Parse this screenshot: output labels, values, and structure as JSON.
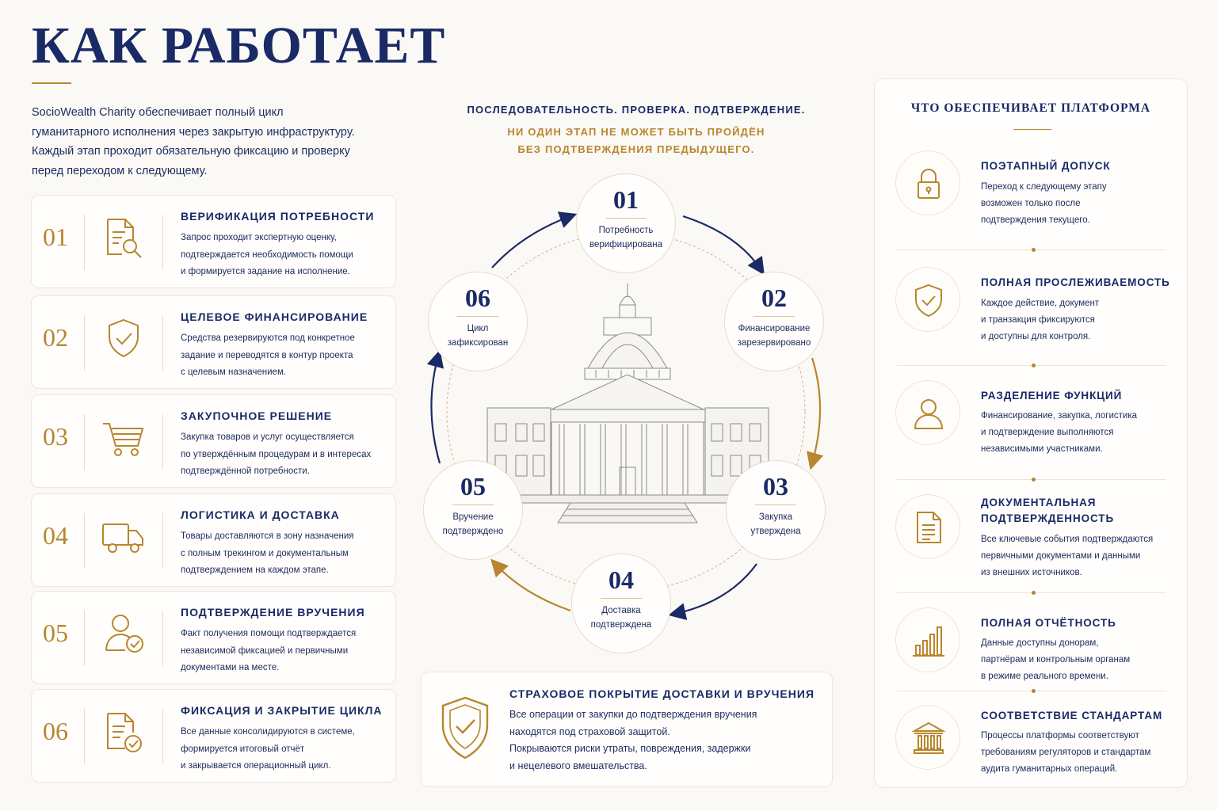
{
  "header": {
    "title": "КАК РАБОТАЕТ",
    "intro": [
      "SocioWealth Charity обеспечивает полный цикл",
      "гуманитарного исполнения через закрытую инфраструктуру.",
      "Каждый этап проходит обязательную фиксацию и проверку",
      "перед переходом к следующему."
    ]
  },
  "steps": [
    {
      "num": "01",
      "icon": "document-search-icon",
      "title": "ВЕРИФИКАЦИЯ ПОТРЕБНОСТИ",
      "text": [
        "Запрос проходит экспертную оценку,",
        "подтверждается необходимость помощи",
        "и формируется задание на исполнение."
      ]
    },
    {
      "num": "02",
      "icon": "shield-check-icon",
      "title": "ЦЕЛЕВОЕ ФИНАНСИРОВАНИЕ",
      "text": [
        "Средства резервируются под конкретное",
        "задание и переводятся в контур проекта",
        "с целевым назначением."
      ]
    },
    {
      "num": "03",
      "icon": "shopping-cart-icon",
      "title": "ЗАКУПОЧНОЕ РЕШЕНИЕ",
      "text": [
        "Закупка товаров и услуг осуществляется",
        "по утверждённым процедурам и в интересах",
        "подтверждённой потребности."
      ]
    },
    {
      "num": "04",
      "icon": "delivery-truck-icon",
      "title": "ЛОГИСТИКА И ДОСТАВКА",
      "text": [
        "Товары доставляются в зону назначения",
        "с полным трекингом и документальным",
        "подтверждением на каждом этапе."
      ]
    },
    {
      "num": "05",
      "icon": "user-check-icon",
      "title": "ПОДТВЕРЖДЕНИЕ ВРУЧЕНИЯ",
      "text": [
        "Факт получения помощи подтверждается",
        "независимой фиксацией и первичными",
        "документами на месте."
      ]
    },
    {
      "num": "06",
      "icon": "document-check-icon",
      "title": "ФИКСАЦИЯ И ЗАКРЫТИЕ ЦИКЛА",
      "text": [
        "Все данные консолидируются в системе,",
        "формируется итоговый отчёт",
        "и закрывается операционный цикл."
      ]
    }
  ],
  "center": {
    "headline": "ПОСЛЕДОВАТЕЛЬНОСТЬ. ПРОВЕРКА. ПОДТВЕРЖДЕНИЕ.",
    "subline": [
      "НИ ОДИН ЭТАП НЕ МОЖЕТ БЫТЬ ПРОЙДЁН",
      "БЕЗ ПОДТВЕРЖДЕНИЯ ПРЕДЫДУЩЕГО."
    ],
    "cycle": [
      {
        "num": "01",
        "label": [
          "Потребность",
          "верифицирована"
        ]
      },
      {
        "num": "02",
        "label": [
          "Финансирование",
          "зарезервировано"
        ]
      },
      {
        "num": "03",
        "label": [
          "Закупка",
          "утверждена"
        ]
      },
      {
        "num": "04",
        "label": [
          "Доставка",
          "подтверждена"
        ]
      },
      {
        "num": "05",
        "label": [
          "Вручение",
          "подтверждено"
        ]
      },
      {
        "num": "06",
        "label": [
          "Цикл",
          "зафиксирован"
        ]
      }
    ]
  },
  "insurance": {
    "icon": "shield-check-icon",
    "title": "СТРАХОВОЕ ПОКРЫТИЕ ДОСТАВКИ И ВРУЧЕНИЯ",
    "text": [
      "Все операции от закупки до подтверждения вручения",
      "находятся под страховой защитой.",
      "Покрываются риски утраты, повреждения, задержки",
      "и нецелевого вмешательства."
    ]
  },
  "panel": {
    "title": "ЧТО ОБЕСПЕЧИВАЕТ ПЛАТФОРМА",
    "features": [
      {
        "icon": "lock-icon",
        "title": [
          "ПОЭТАПНЫЙ ДОПУСК"
        ],
        "text": [
          "Переход к следующему этапу",
          "возможен только после",
          "подтверждения текущего."
        ]
      },
      {
        "icon": "shield-check-icon",
        "title": [
          "ПОЛНАЯ ПРОСЛЕЖИВАЕМОСТЬ"
        ],
        "text": [
          "Каждое действие, документ",
          "и транзакция фиксируются",
          "и доступны для контроля."
        ]
      },
      {
        "icon": "user-icon",
        "title": [
          "РАЗДЕЛЕНИЕ ФУНКЦИЙ"
        ],
        "text": [
          "Финансирование, закупка, логистика",
          "и подтверждение выполняются",
          "независимыми участниками."
        ]
      },
      {
        "icon": "document-icon",
        "title": [
          "ДОКУМЕНТАЛЬНАЯ",
          "ПОДТВЕРЖДЕННОСТЬ"
        ],
        "text": [
          "Все ключевые события подтверждаются",
          "первичными документами и данными",
          "из внешних источников."
        ]
      },
      {
        "icon": "bar-chart-icon",
        "title": [
          "ПОЛНАЯ ОТЧЁТНОСТЬ"
        ],
        "text": [
          "Данные доступны донорам,",
          "партнёрам и контрольным органам",
          "в режиме реального времени."
        ]
      },
      {
        "icon": "bank-icon",
        "title": [
          "СООТВЕТСТВИЕ СТАНДАРТАМ"
        ],
        "text": [
          "Процессы платформы соответствуют",
          "требованиям регуляторов и стандартам",
          "аудита гуманитарных операций."
        ]
      }
    ]
  },
  "colors": {
    "navy": "#1a2a66",
    "gold": "#b8862e",
    "background": "#fbf9f6"
  }
}
